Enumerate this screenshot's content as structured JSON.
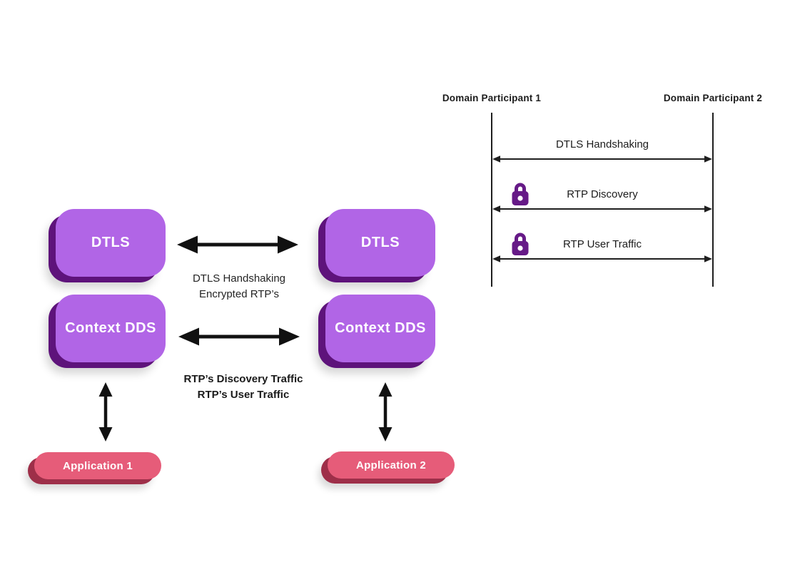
{
  "colors": {
    "purple": "#b165e6",
    "purple-dark": "#5e137b",
    "lock-purple": "#661a87",
    "pink": "#e65c79",
    "pink-dark": "#9e2f49",
    "arrow": "#111111",
    "seq-line": "#1f1f1f",
    "text": "#242424"
  },
  "stack_diagram": {
    "participant1": {
      "dtls_label": "DTLS",
      "context_label": "Context DDS",
      "app_label": "Application 1"
    },
    "participant2": {
      "dtls_label": "DTLS",
      "context_label": "Context DDS",
      "app_label": "Application 2"
    },
    "dtls_link_label_line1": "DTLS Handshaking",
    "dtls_link_label_line2": "Encrypted RTP’s",
    "dds_link_label_line1": "RTP’s Discovery Traffic",
    "dds_link_label_line2": "RTP’s User Traffic"
  },
  "sequence_diagram": {
    "participant1_label": "Domain Participant 1",
    "participant2_label": "Domain Participant 2",
    "messages": [
      {
        "label": "DTLS Handshaking",
        "lock": false
      },
      {
        "label": "RTP Discovery",
        "lock": true
      },
      {
        "label": "RTP User Traffic",
        "lock": true
      }
    ]
  }
}
